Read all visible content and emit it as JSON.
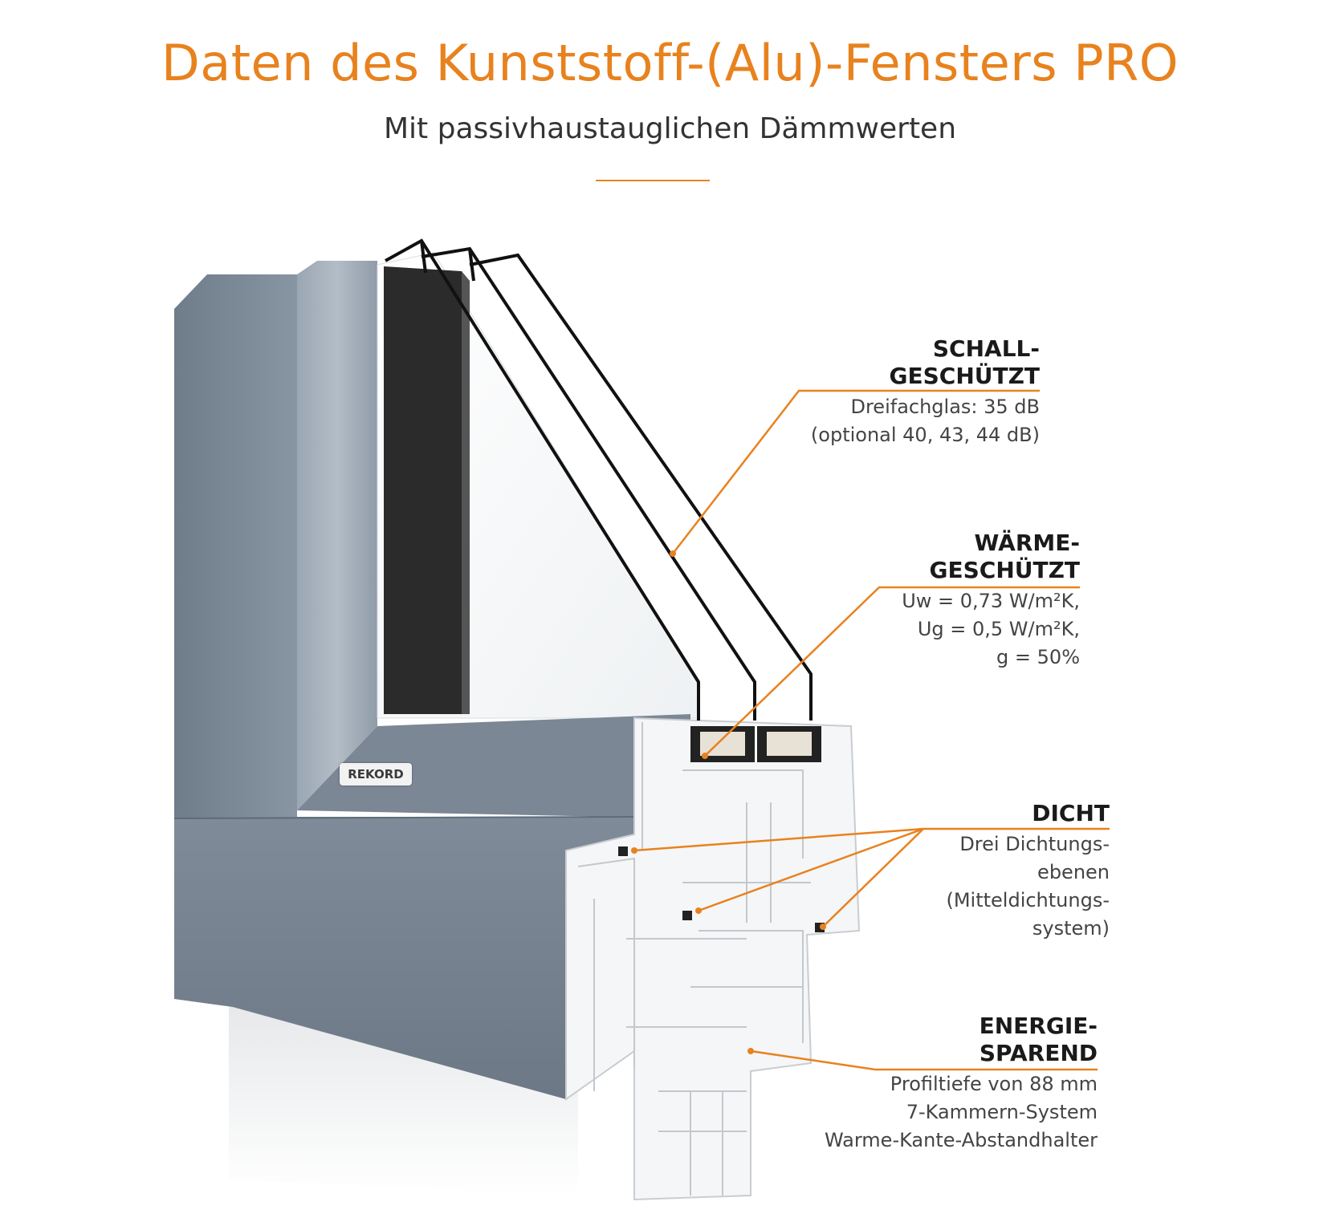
{
  "header": {
    "title": "Daten des Kunststoff-(Alu)-Fensters PRO",
    "subtitle": "Mit passivhaustauglichen Dämmwerten"
  },
  "colors": {
    "accent": "#e8821e",
    "frame": "#7d8a98",
    "text": "#1a1a1a"
  },
  "brand_label": "REKORD",
  "features": [
    {
      "heading": "SCHALL-\nGESCHÜTZT",
      "description": "Dreifachglas: 35 dB\n(optional 40, 43, 44 dB)"
    },
    {
      "heading": "WÄRME-\nGESCHÜTZT",
      "description": "Uw = 0,73 W/m²K,\nUg = 0,5 W/m²K,\ng = 50%"
    },
    {
      "heading": "DICHT",
      "description": "Drei Dichtungs-\nebenen\n(Mitteldichtungs-\nsystem)"
    },
    {
      "heading": "ENERGIE-\nSPAREND",
      "description": "Profiltiefe von 88 mm\n7-Kammern-System\nWarme-Kante-Abstandhalter"
    }
  ]
}
